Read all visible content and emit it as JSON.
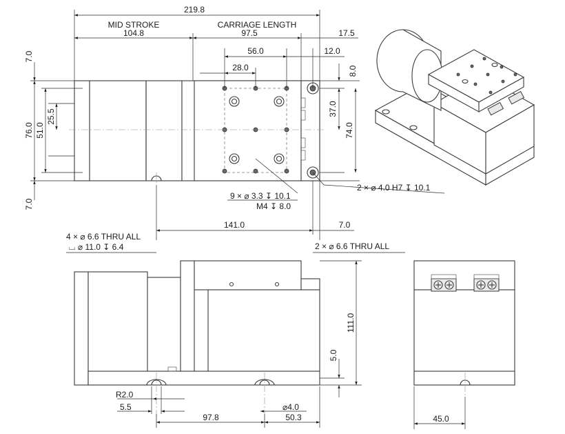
{
  "dimensions": {
    "total_length": "219.8",
    "mid_stroke_label": "MID STROKE",
    "mid_stroke": "104.8",
    "carriage_label": "CARRIAGE LENGTH",
    "carriage_length": "97.5",
    "end_offset": "17.5",
    "hole_span_56": "56.0",
    "hole_edge_12": "12.0",
    "hole_span_28": "28.0",
    "top_margin_8": "8.0",
    "hole_span_37": "37.0",
    "hole_span_74": "74.0",
    "left_margin_top": "7.0",
    "width_76": "76.0",
    "width_51": "51.0",
    "width_25": "25.5",
    "left_margin_bottom": "7.0",
    "mount_span_141": "141.0",
    "mount_edge_7": "7.0",
    "height_111": "111.0",
    "base_height_5": "5.0",
    "radius_r2": "R2.0",
    "offset_5_5": "5.5",
    "span_97_8": "97.8",
    "span_50_3": "50.3",
    "dia_4": "⌀4.0",
    "end_width_45": "45.0"
  },
  "notes": {
    "pin_holes": "2 × ⌀ 4.0 H7 ↧ 10.1",
    "tap_holes_line1": "9 × ⌀ 3.3 ↧ 10.1",
    "tap_holes_line2": "M4 ↧ 8.0",
    "counterbore_line1": "4 × ⌀ 6.6 THRU ALL",
    "counterbore_line2": "⌴ ⌀ 11.0 ↧ 6.4",
    "thru_holes": "2 × ⌀ 6.6 THRU ALL"
  }
}
